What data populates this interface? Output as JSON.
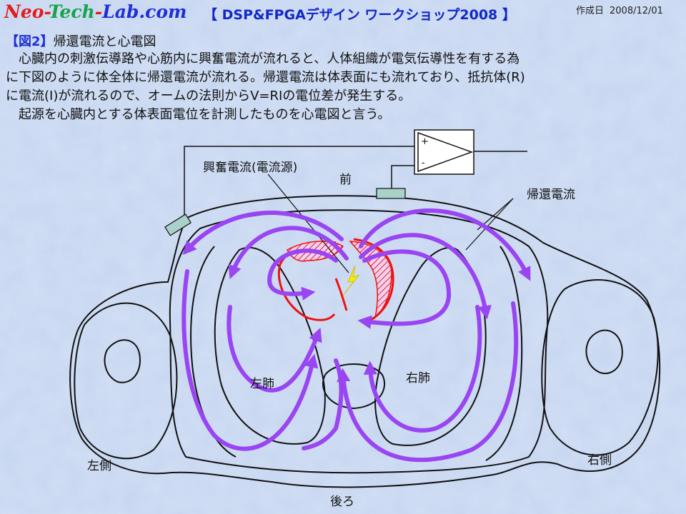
{
  "header": {
    "logo": {
      "part1": "Neo",
      "sep1": "-",
      "part2": "Tech",
      "sep2": "-",
      "part3": "Lab",
      "part4": ".com"
    },
    "workshop_title": "【 DSP&FPGAデザイン ワークショップ2008 】",
    "date_label": "作成日",
    "date_value": "2008/12/01"
  },
  "figure": {
    "tag": "【図2】",
    "title": "帰還電流と心電図"
  },
  "paragraph": [
    "　心臓内の刺激伝導路や心筋内に興奮電流が流れると、人体組織が電気伝導性を有する為",
    "に下図のように体全体に帰還電流が流れる。帰還電流は体表面にも流れており、抵抗体(R)",
    "に電流(I)が流れるので、オームの法則からV=RIの電位差が発生する。",
    "　起源を心臓内とする体表面電位を計測したものを心電図と言う。"
  ],
  "diagram": {
    "amp_plus": "+",
    "amp_minus": "-",
    "label_excitation": "興奮電流(電流源)",
    "label_front": "前",
    "label_return": "帰還電流",
    "label_left_lung": "左肺",
    "label_right_lung": "右肺",
    "label_left_side": "左側",
    "label_right_side": "右側",
    "label_back": "後ろ",
    "colors": {
      "current": "#9a45f2",
      "heart": "#ee1111",
      "electrode": "#a7d1c9",
      "spark": "#f2ea12"
    }
  }
}
